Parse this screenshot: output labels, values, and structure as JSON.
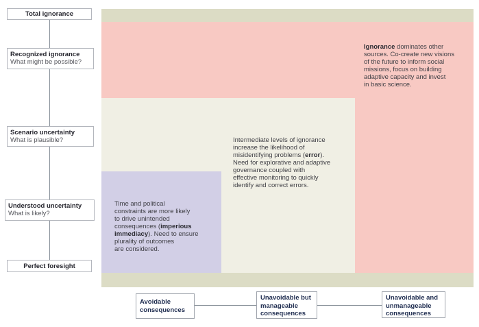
{
  "colors": {
    "background_khaki": "#dcdcc5",
    "region_pink": "#f8c9c3",
    "region_cream": "#f0efe4",
    "region_purple": "#d2cfe6",
    "consequence_text_navy": "#1f2d50",
    "body_text_gray": "#3f3f45",
    "box_border_gray": "#b3b6bd",
    "connector_line_gray": "#8a929b"
  },
  "axis_items": [
    {
      "title": "Total ignorance",
      "subtitle": ""
    },
    {
      "title": "Recognized ignorance",
      "subtitle": "What might be possible?"
    },
    {
      "title": "Scenario uncertainty",
      "subtitle": "What is plausible?"
    },
    {
      "title": "Understood uncertainty",
      "subtitle": "What is likely?"
    },
    {
      "title": "Perfect foresight",
      "subtitle": ""
    }
  ],
  "regions": {
    "ignorance": {
      "bold": "Ignorance",
      "text": " dominates other\nsources. Co-create new visions\nof the future to inform social\nmissions, focus on building\nadaptive capacity and invest\nin basic science."
    },
    "intermediate": {
      "pre": "Intermediate levels of ignorance\nincrease the likelihood of\nmisidentifying problems (",
      "bold": "error",
      "post": ").\nNeed for explorative and adaptive\ngovernance coupled with\neffective monitoring to quickly\nidentify and correct errors."
    },
    "imperious": {
      "pre": "Time and political\nconstraints are more likely\nto drive unintended\nconsequences (",
      "bold": "imperious\nimmediacy",
      "post": "). Need to ensure\nplurality of outcomes\nare considered."
    }
  },
  "consequence_boxes": [
    {
      "label": "Avoidable\nconsequences"
    },
    {
      "label": "Unavoidable but\nmanageable\nconsequences"
    },
    {
      "label": "Unavoidable and\nunmanageable\nconsequences"
    }
  ]
}
